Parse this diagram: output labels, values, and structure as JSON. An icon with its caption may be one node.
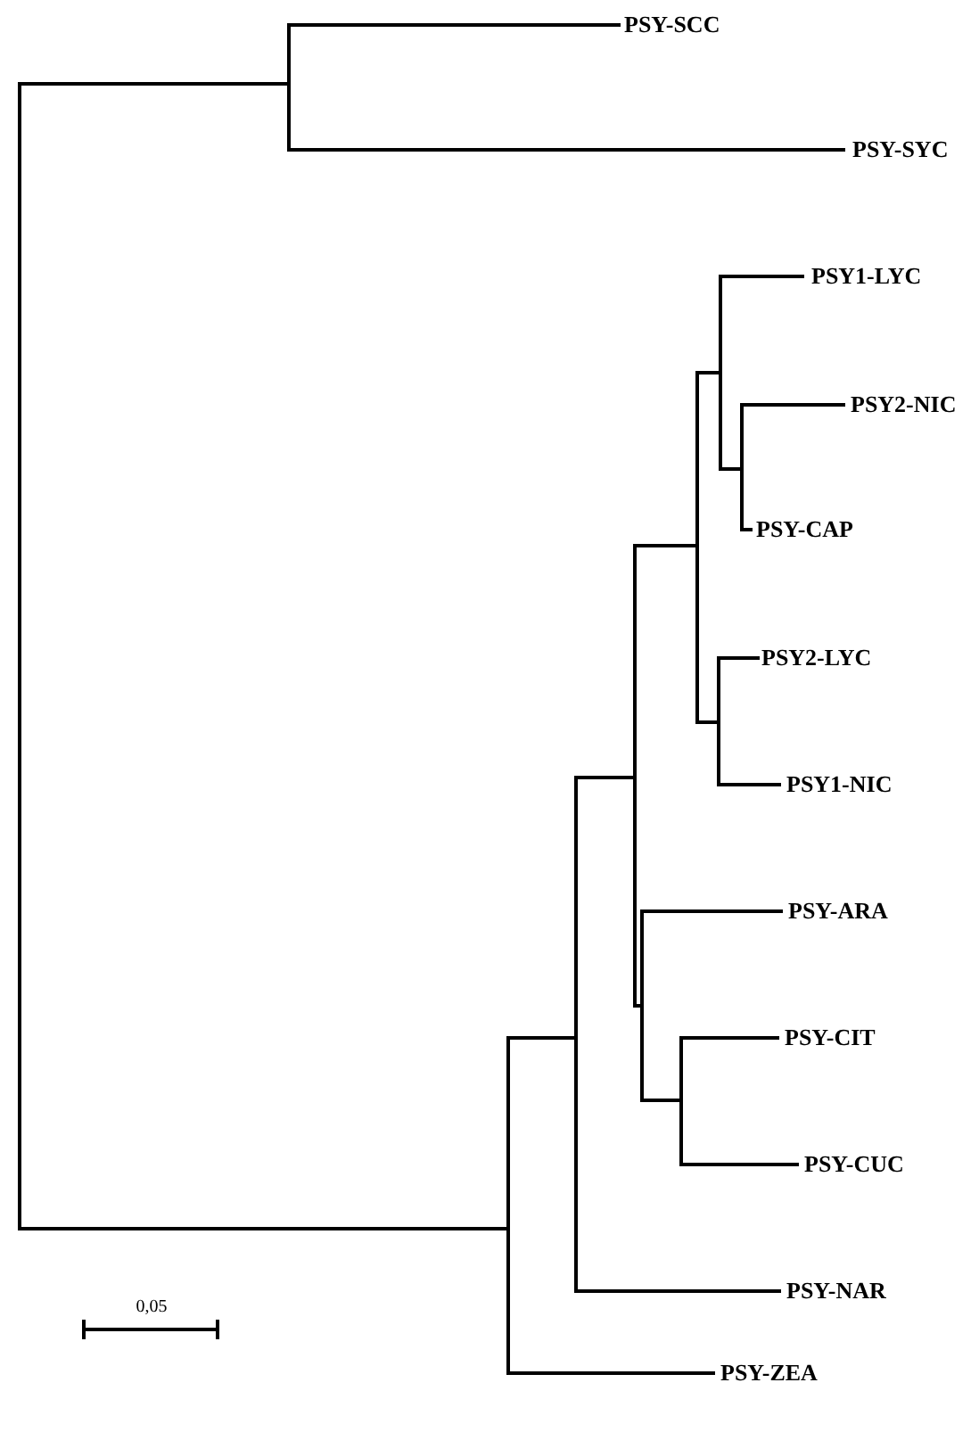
{
  "diagram": {
    "labels": [
      "PSY-SCC",
      "PSY-SYC",
      "PSY1-LYC",
      "PSY2-NIC",
      "PSY-CAP",
      "PSY2-LYC",
      "PSY1-NIC",
      "PSY-ARA",
      "PSY-CIT",
      "PSY-CUC",
      "PSY-NAR",
      "0,05",
      "PSY-ZEA"
    ]
  }
}
